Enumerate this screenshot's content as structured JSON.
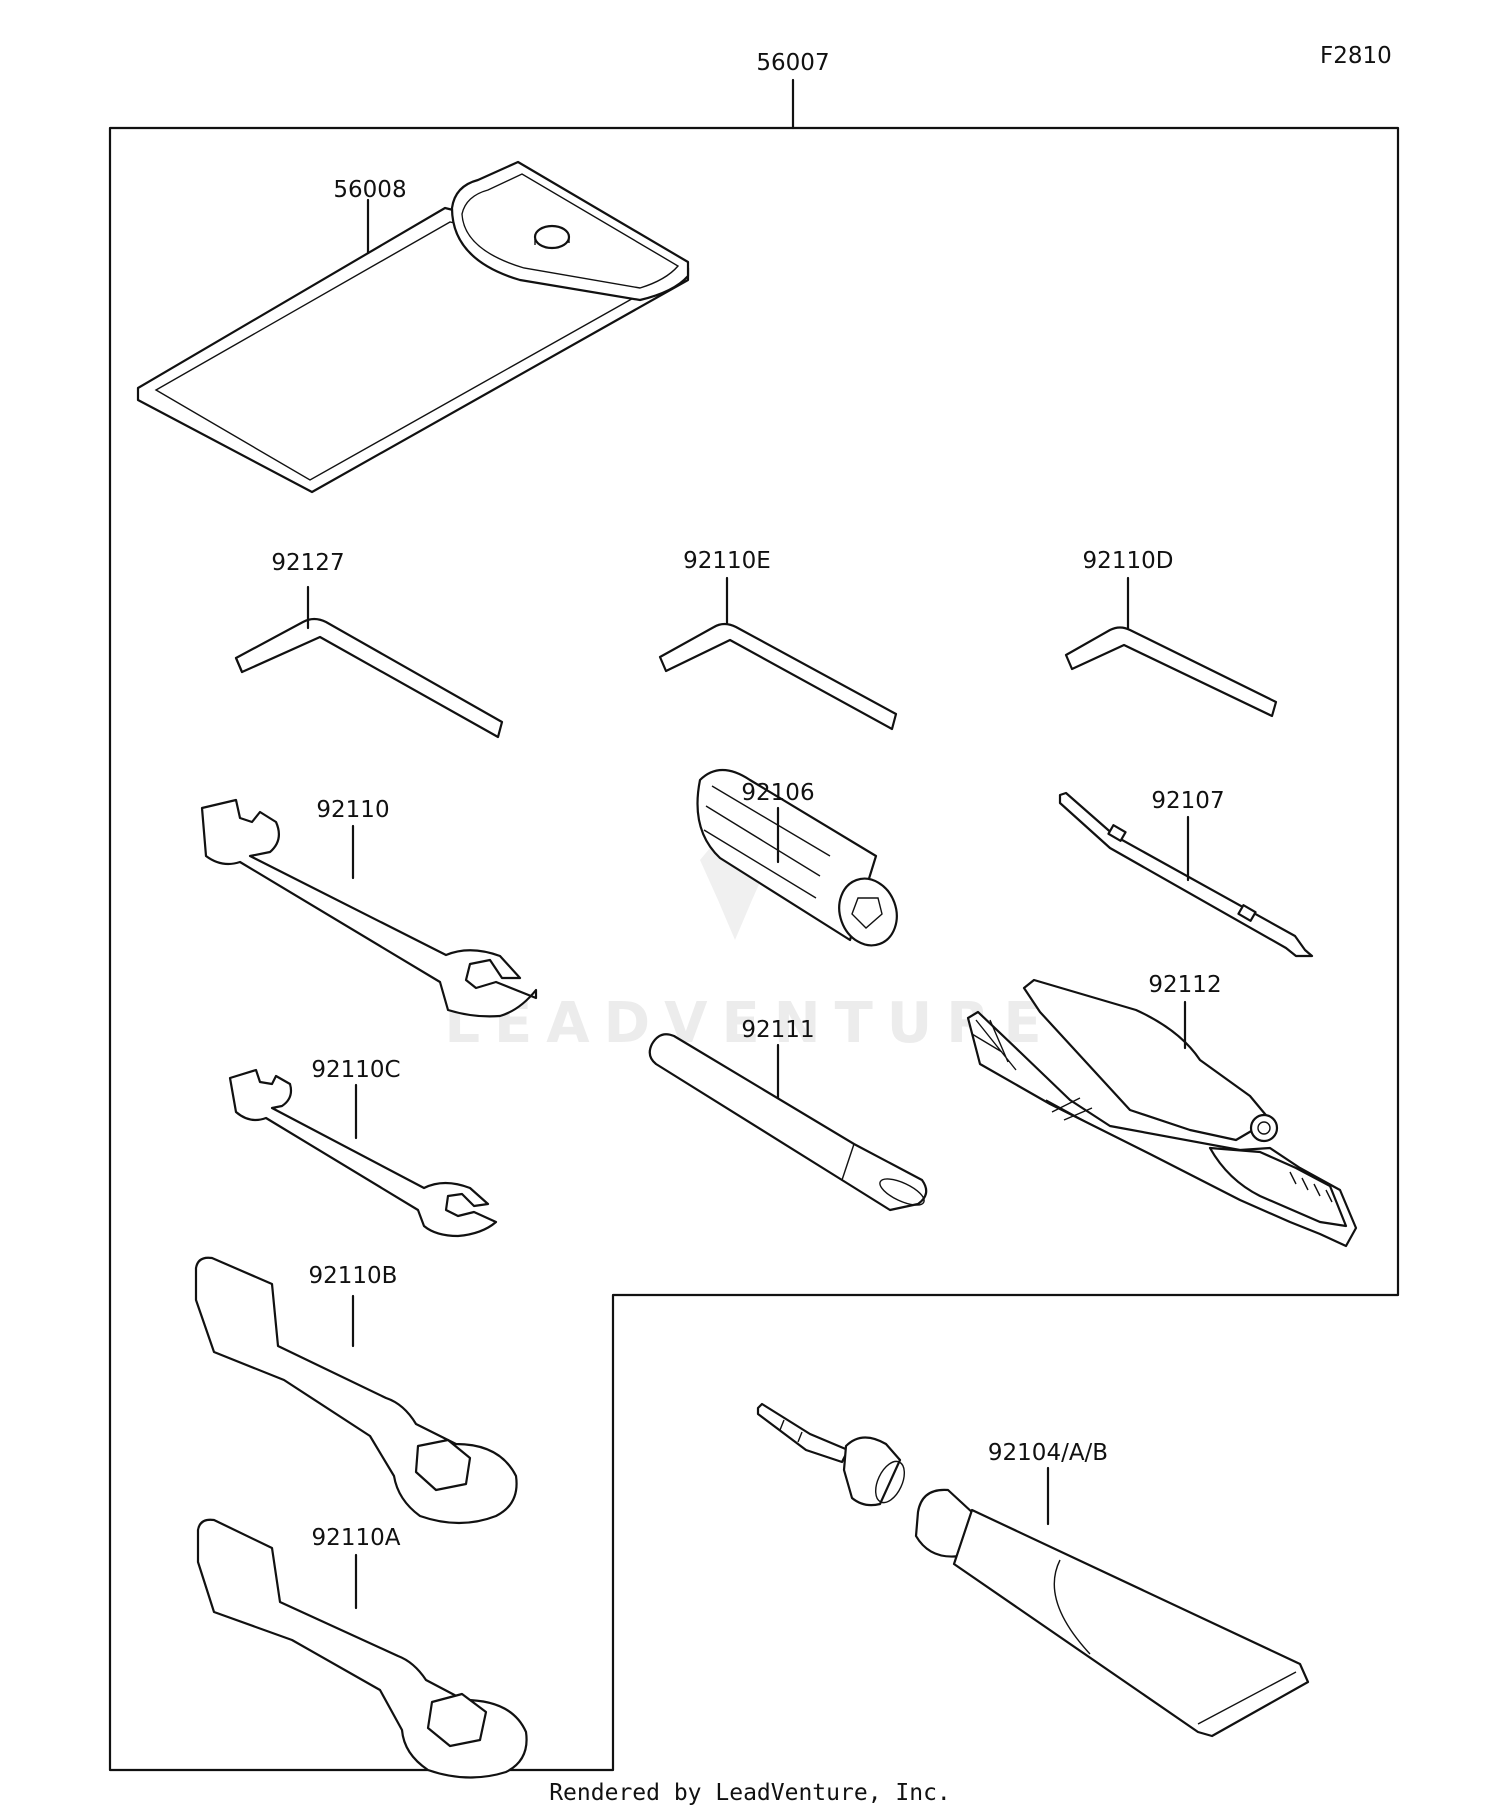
{
  "figure_id": "F2810",
  "assembly_label": "56007",
  "footer": "Rendered by LeadVenture, Inc.",
  "watermark": "LEADVENTURE",
  "parts": [
    {
      "id": "pouch",
      "label": "56008"
    },
    {
      "id": "hex-key-1",
      "label": "92127"
    },
    {
      "id": "hex-key-2",
      "label": "92110E"
    },
    {
      "id": "hex-key-3",
      "label": "92110D"
    },
    {
      "id": "open-wrench-large",
      "label": "92110"
    },
    {
      "id": "socket",
      "label": "92106"
    },
    {
      "id": "screwdriver",
      "label": "92107"
    },
    {
      "id": "open-wrench-small",
      "label": "92110C"
    },
    {
      "id": "handle-bar",
      "label": "92111"
    },
    {
      "id": "pliers",
      "label": "92112"
    },
    {
      "id": "box-wrench-1",
      "label": "92110B"
    },
    {
      "id": "box-wrench-2",
      "label": "92110A"
    },
    {
      "id": "grease-tube",
      "label": "92104/A/B"
    }
  ]
}
